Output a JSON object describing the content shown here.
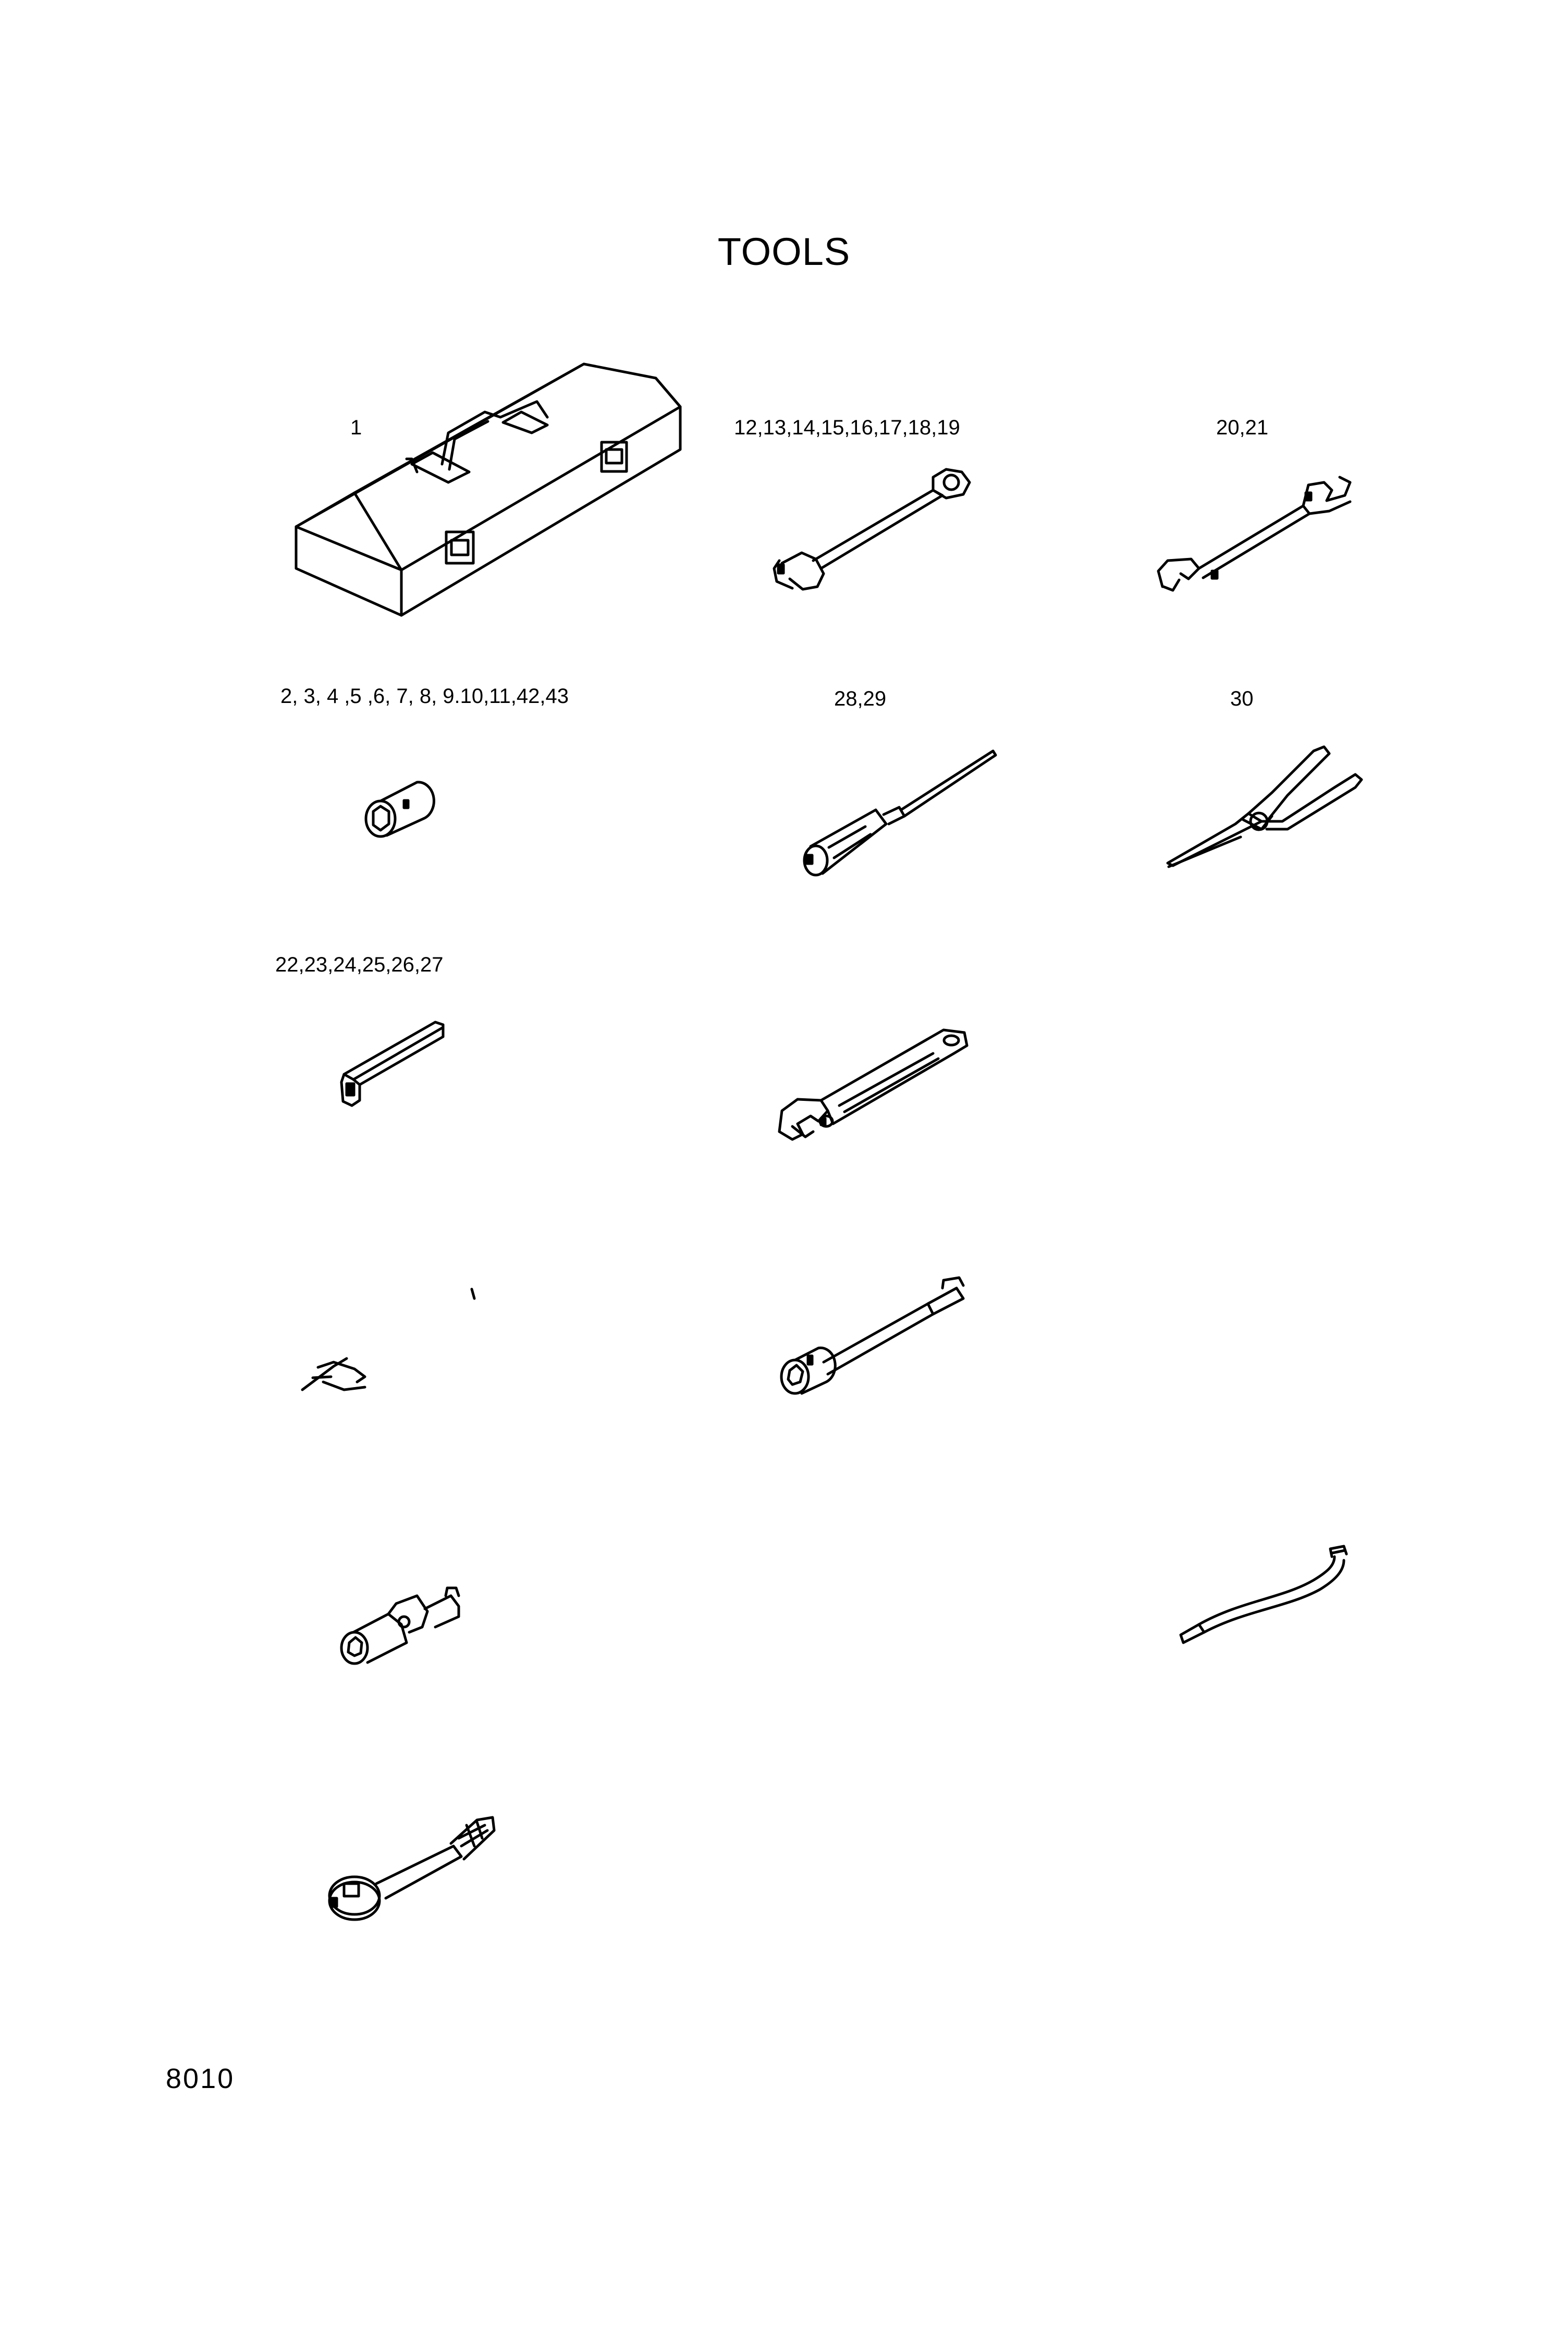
{
  "page": {
    "title": "TOOLS",
    "page_number": "8010"
  },
  "labels": {
    "toolbox": "1",
    "combination_wrench": "12,13,14,15,16,17,18,19",
    "double_open_wrench": "20,21",
    "socket": "2, 3, 4 ,5 ,6, 7, 8, 9.10,11,42,43",
    "screwdriver": "28,29",
    "pliers": "30",
    "hex_key": "22,23,24,25,26,27"
  }
}
